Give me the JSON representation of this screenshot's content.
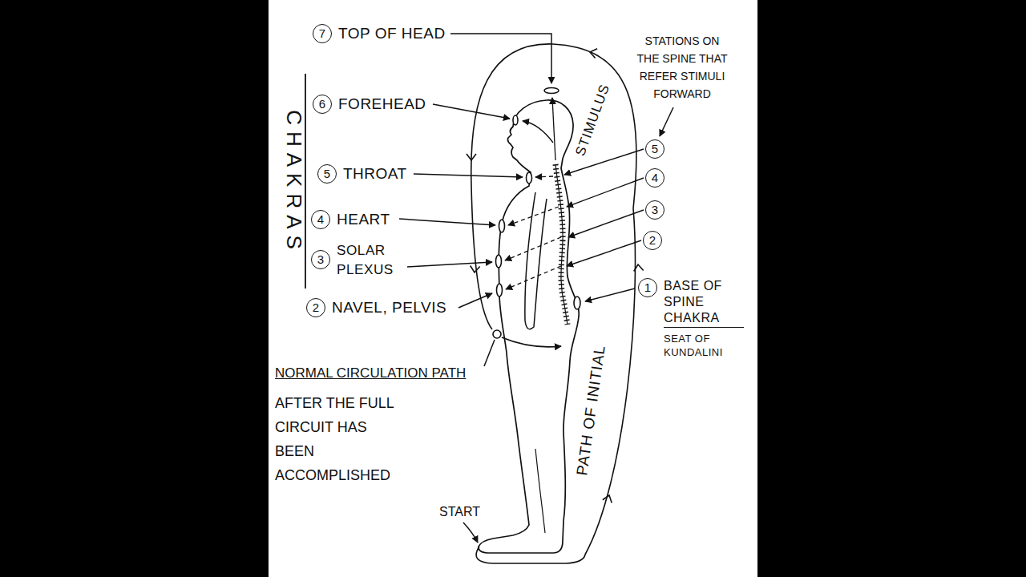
{
  "diagram": {
    "nodes": [
      {
        "text": [
          "7",
          "TOP OF HEAD"
        ]
      },
      {
        "text": [
          "6",
          "FOREHEAD"
        ]
      },
      {
        "text": [
          "5",
          "THROAT"
        ]
      },
      {
        "text": [
          "4",
          "HEART"
        ]
      },
      {
        "text": [
          "3",
          "SOLAR PLEXUS"
        ]
      },
      {
        "text": [
          "2",
          "NAVEL, PELVIS"
        ]
      },
      {
        "text": [
          "5"
        ]
      },
      {
        "text": [
          "4"
        ]
      },
      {
        "text": [
          "3"
        ]
      },
      {
        "text": [
          "2"
        ]
      },
      {
        "text": [
          "1",
          "BASE OF SPINE CHAKRA",
          "SEAT OF KUNDALINI"
        ]
      }
    ],
    "labels": [
      "CHAKRAS",
      "STATIONS ON THE SPINE THAT REFER STIMULI FORWARD",
      "PATH OF INITIAL",
      "STIMULUS",
      "NORMAL CIRCULATION PATH",
      "AFTER THE FULL CIRCUIT HAS BEEN ACCOMPLISHED",
      "START"
    ]
  }
}
